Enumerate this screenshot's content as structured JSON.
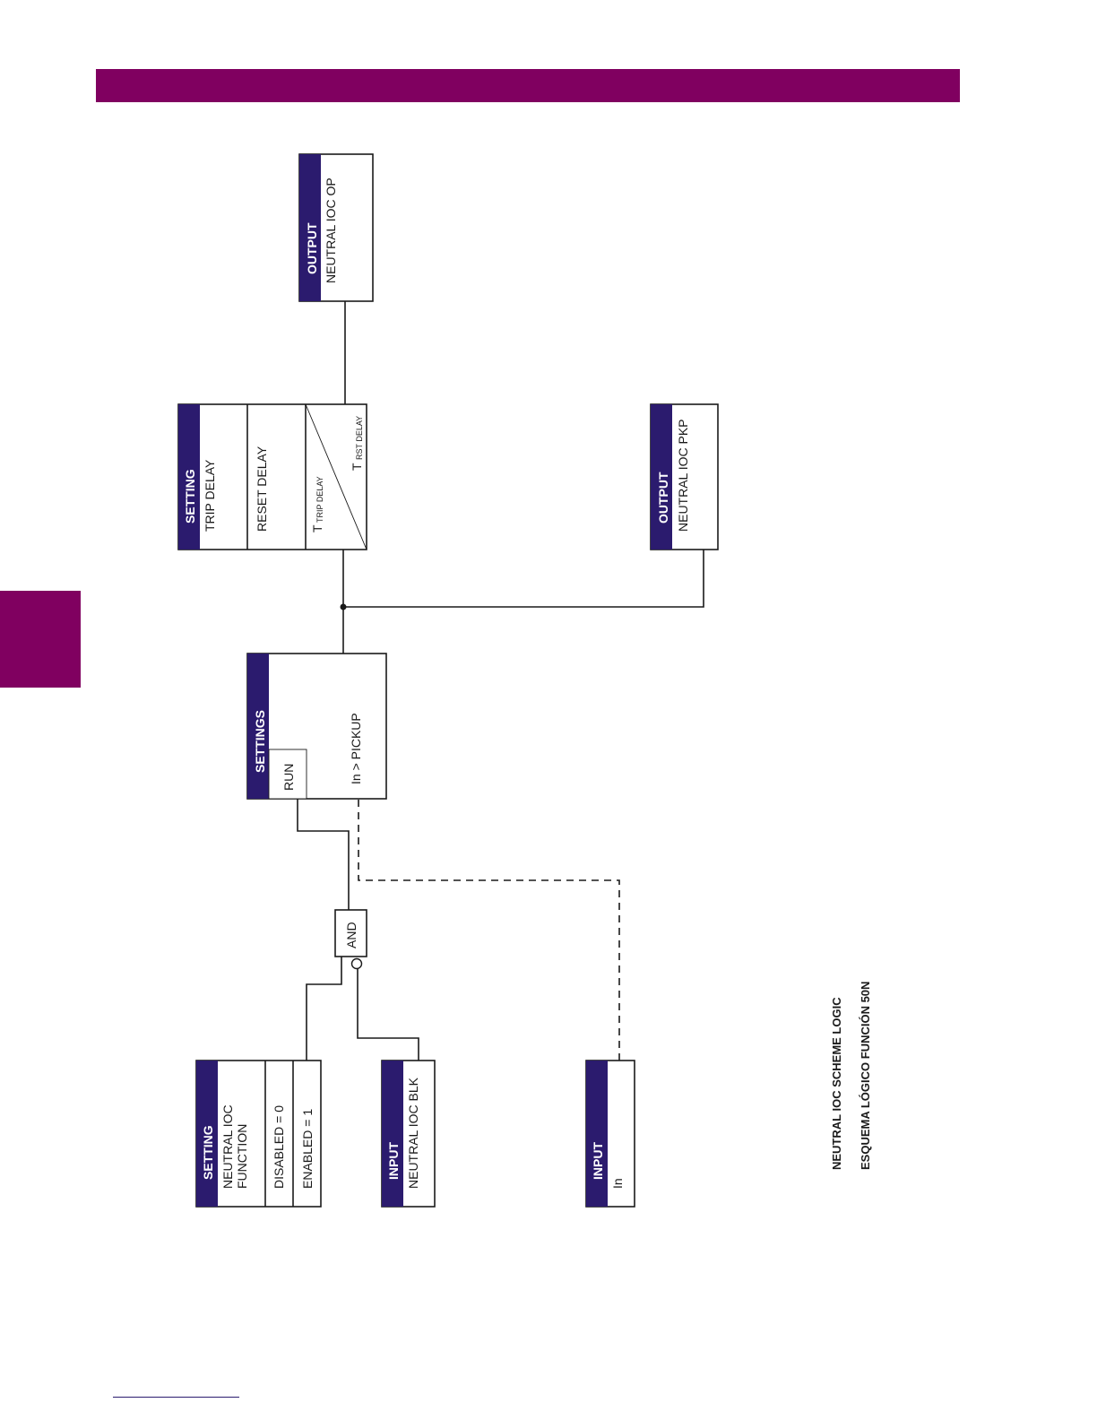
{
  "colors": {
    "accent": "#800060",
    "block_header": "#2b1b6e",
    "line": "#1a1a1a"
  },
  "blocks": {
    "output_op": {
      "header": "OUTPUT",
      "label": "NEUTRAL IOC OP"
    },
    "timer": {
      "header": "SETTING",
      "trip_delay": "TRIP DELAY",
      "reset_delay": "RESET DELAY",
      "t_trip": "T",
      "t_trip_sub": "TRIP DELAY",
      "t_rst": "T",
      "t_rst_sub": "RST DELAY"
    },
    "output_pkp": {
      "header": "OUTPUT",
      "label": "NEUTRAL IOC PKP"
    },
    "pickup": {
      "header": "SETTINGS",
      "run": "RUN",
      "condition": "In > PICKUP"
    },
    "and_gate": {
      "label": "AND"
    },
    "function_setting": {
      "header": "SETTING",
      "label_line1": "NEUTRAL IOC",
      "label_line2": "FUNCTION",
      "disabled": "DISABLED = 0",
      "enabled": "ENABLED = 1"
    },
    "input_blk": {
      "header": "INPUT",
      "label": "NEUTRAL IOC BLK"
    },
    "input_in": {
      "header": "INPUT",
      "label": "In"
    }
  },
  "caption": {
    "line1": "NEUTRAL IOC SCHEME LOGIC",
    "line2": "ESQUEMA LÓGICO FUNCIÓN 50N"
  }
}
